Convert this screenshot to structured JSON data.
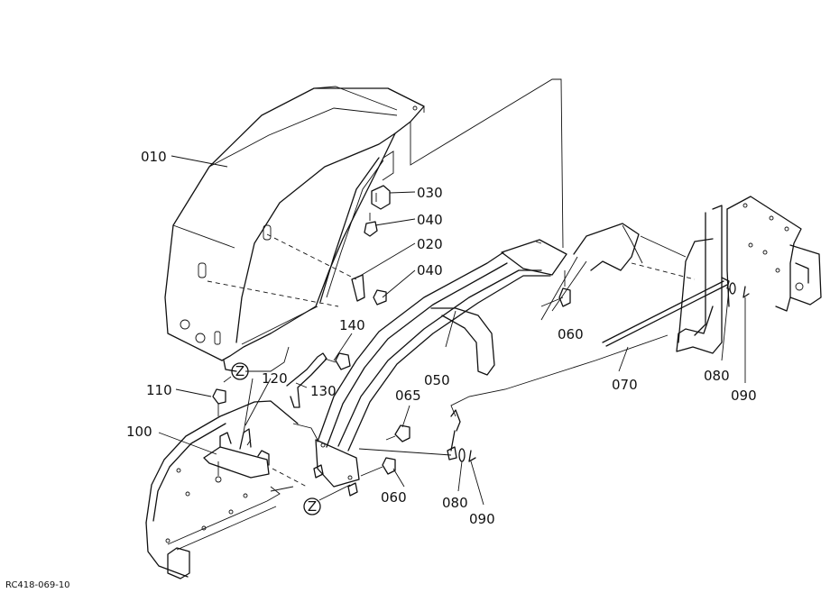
{
  "labels": {
    "p010": "010",
    "p020": "020",
    "p030": "030",
    "p040a": "040",
    "p040b": "040",
    "p050": "050",
    "p060a": "060",
    "p060b": "060",
    "p065": "065",
    "p070": "070",
    "p080a": "080",
    "p080b": "080",
    "p090a": "090",
    "p090b": "090",
    "p100": "100",
    "p110": "110",
    "p120": "120",
    "p130": "130",
    "p140": "140",
    "z_top": "Z",
    "z_bottom": "Z"
  },
  "drawing_code": "RC418-069-10"
}
